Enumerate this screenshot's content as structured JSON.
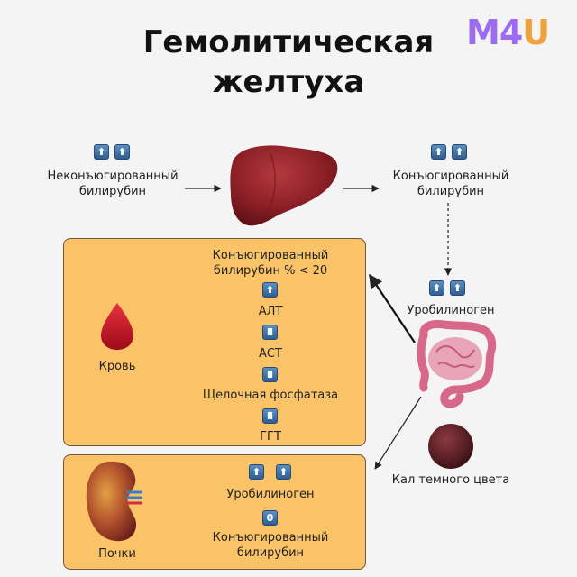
{
  "title": {
    "line1": "Гемолитическая",
    "line2": "желтуха"
  },
  "logo": {
    "text_m4": "M4",
    "text_u": "U"
  },
  "top_left": {
    "label_line1": "Неконъюгированный",
    "label_line2": "билирубин",
    "indicator": "up up"
  },
  "top_right": {
    "label_line1": "Конъюгированный",
    "label_line2": "билирубин",
    "indicator": "up up"
  },
  "urobilinogen_right": {
    "label": "Уробилиноген",
    "indicator": "up up"
  },
  "stool": {
    "label": "Кал темного цвета",
    "color": "#5a1f24"
  },
  "blood_panel": {
    "label": "Кровь",
    "items": [
      {
        "label_line1": "Конъюгированный",
        "label_line2": "билирубин % < 20"
      },
      {
        "indicator_glyph": "⬆",
        "label": "АЛТ"
      },
      {
        "indicator_glyph": "Ⅱ",
        "label": "АСТ"
      },
      {
        "indicator_glyph": "Ⅱ",
        "label": "Щелочная фосфатаза"
      },
      {
        "indicator_glyph": "Ⅱ",
        "label": "ГГТ"
      }
    ]
  },
  "kidney_panel": {
    "label": "Почки",
    "urobilinogen": {
      "label": "Уробилиноген",
      "indicator": "up up"
    },
    "conjugated": {
      "indicator_glyph": "0",
      "label_line1": "Конъюгированный",
      "label_line2": "билирубин"
    }
  },
  "colors": {
    "panel": "#fbc368",
    "indicator": "#3f6fa2",
    "liver": "#8c1f26",
    "blood": "#c8102e"
  }
}
